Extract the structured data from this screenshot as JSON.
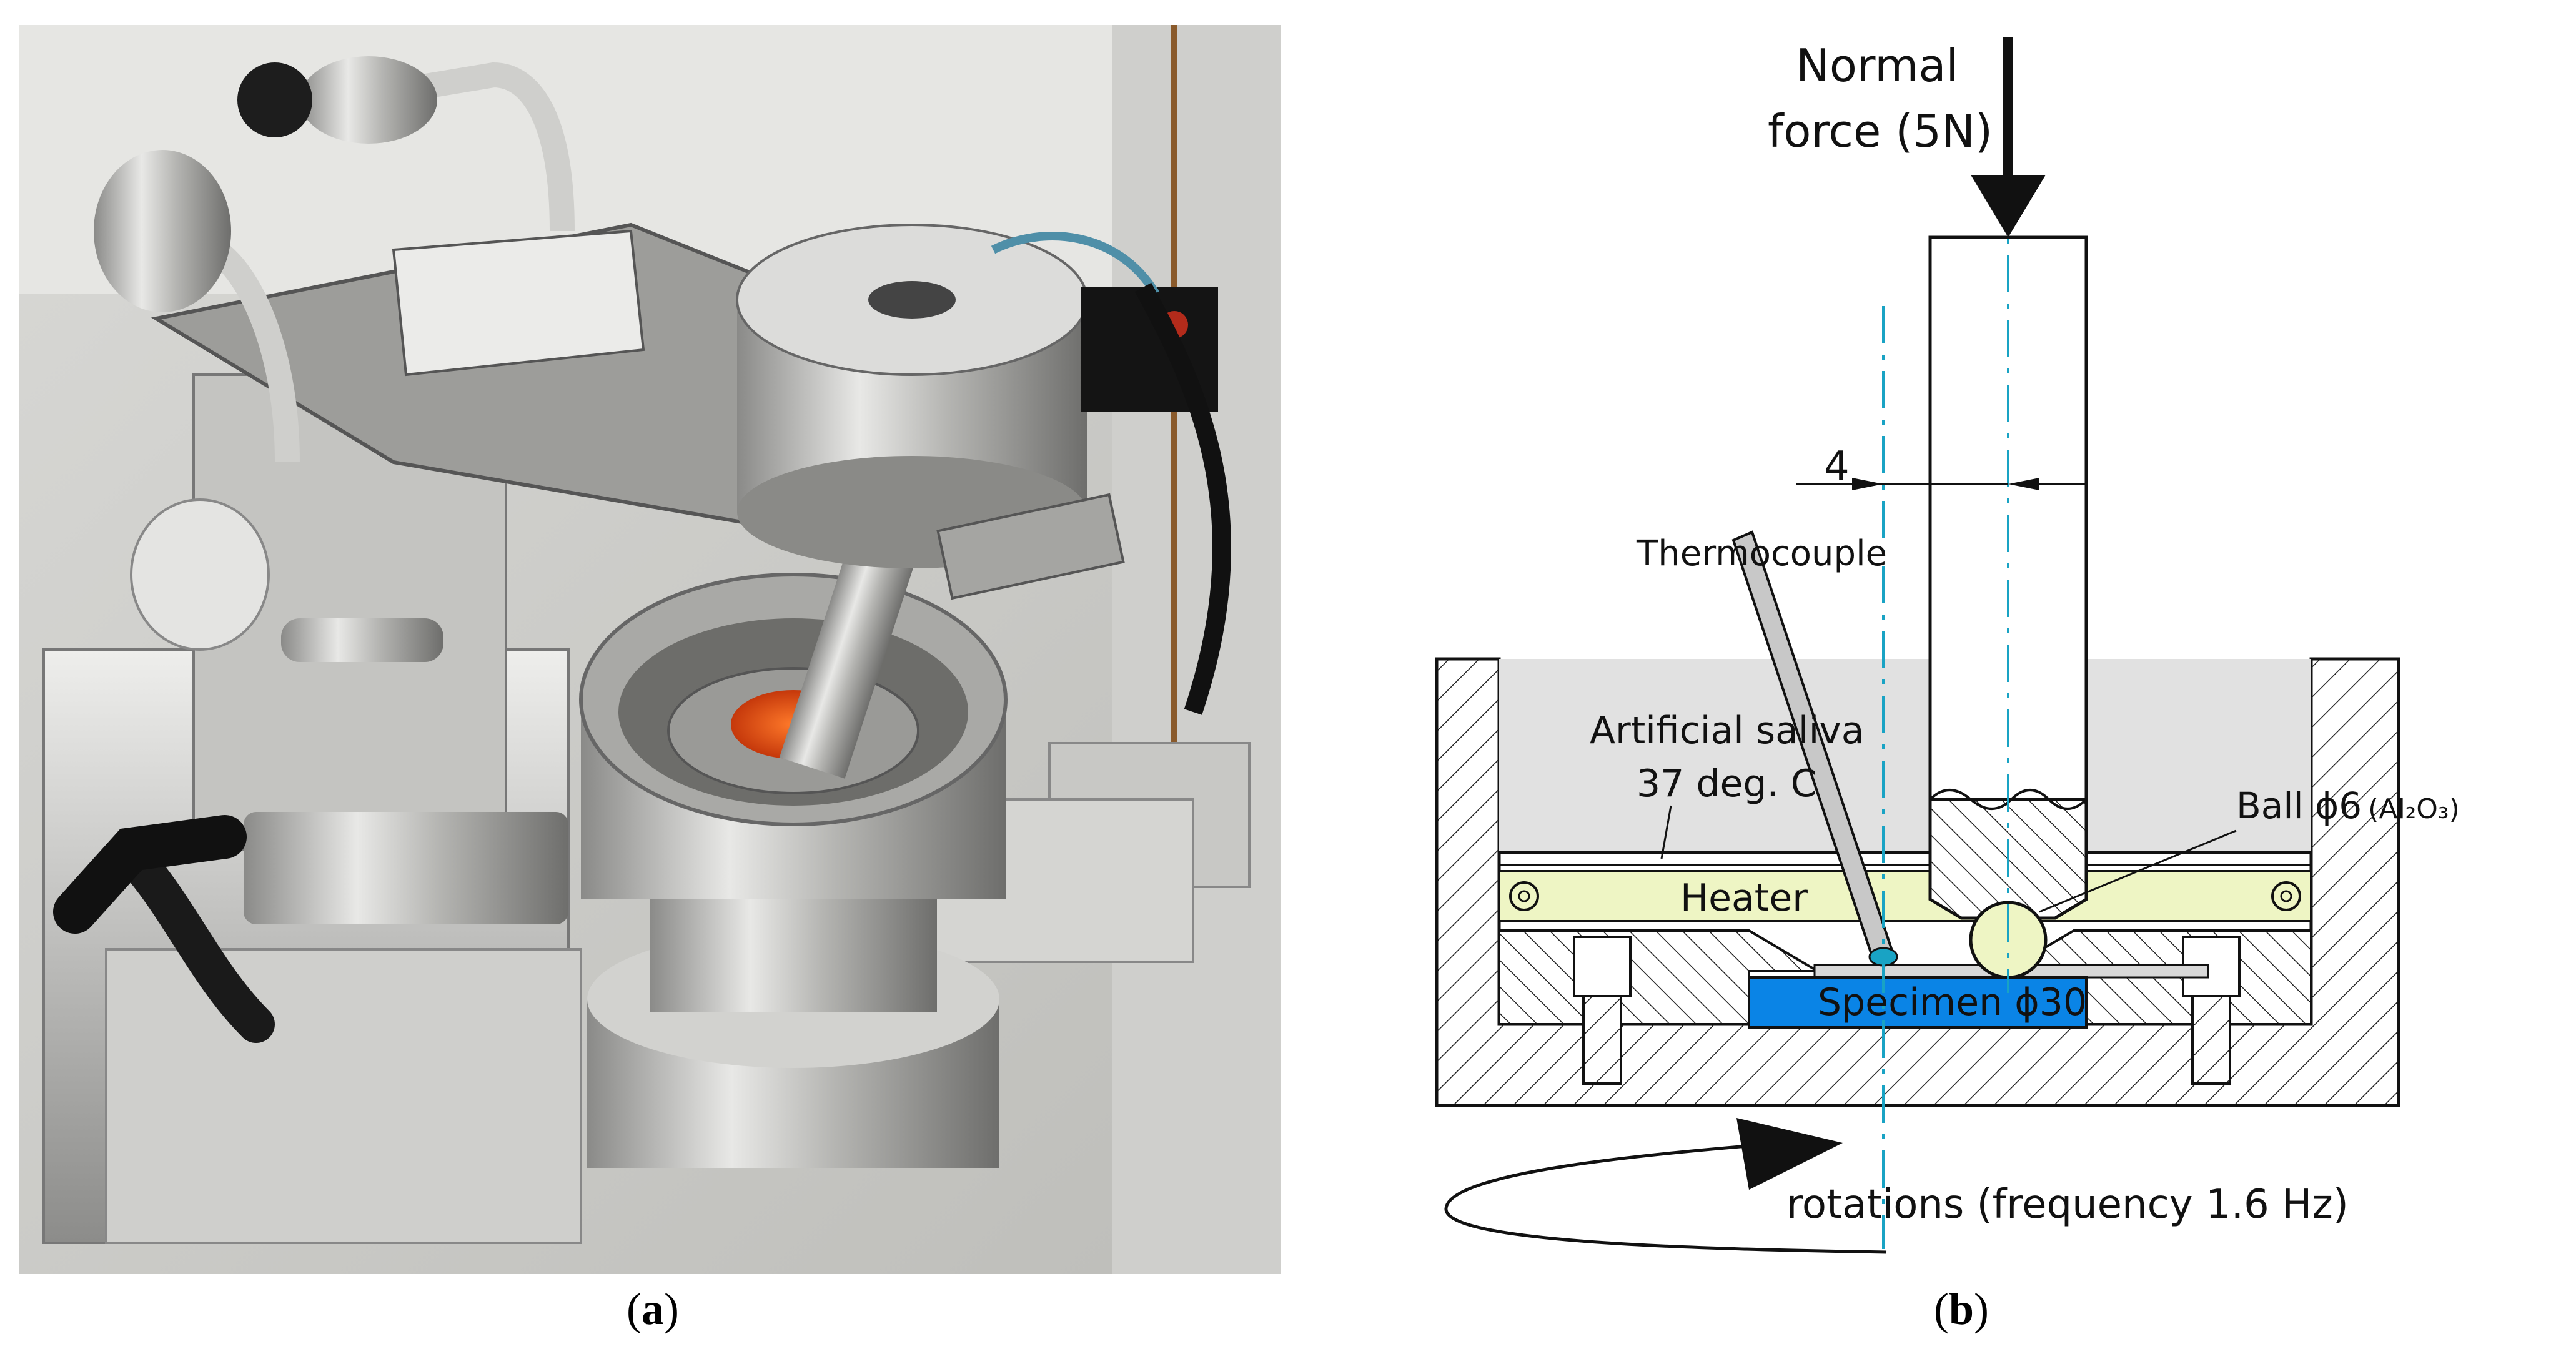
{
  "captions": {
    "a": "a",
    "b": "b"
  },
  "diagram": {
    "force_label_line1": "Normal",
    "force_label_line2": "force (5N)",
    "dimension": "4",
    "thermocouple": "Thermocouple",
    "saliva_line1": "Artificial saliva",
    "saliva_line2": "37 deg. C",
    "ball_label_prefix": "Ball ",
    "ball_label_symbol": "ϕ",
    "ball_label_size": "6",
    "ball_label_material": "(Al₂O₃)",
    "heater": "Heater",
    "specimen": "Specimen ϕ30",
    "rotation": "rotations (frequency 1.6 Hz)"
  },
  "colors": {
    "heater_fill": "#eef5c4",
    "specimen_fill": "#0a84e6",
    "saliva_fill": "#e1e1e1",
    "centerline": "#19a3c4",
    "ball_fill": "#eef5c4"
  }
}
